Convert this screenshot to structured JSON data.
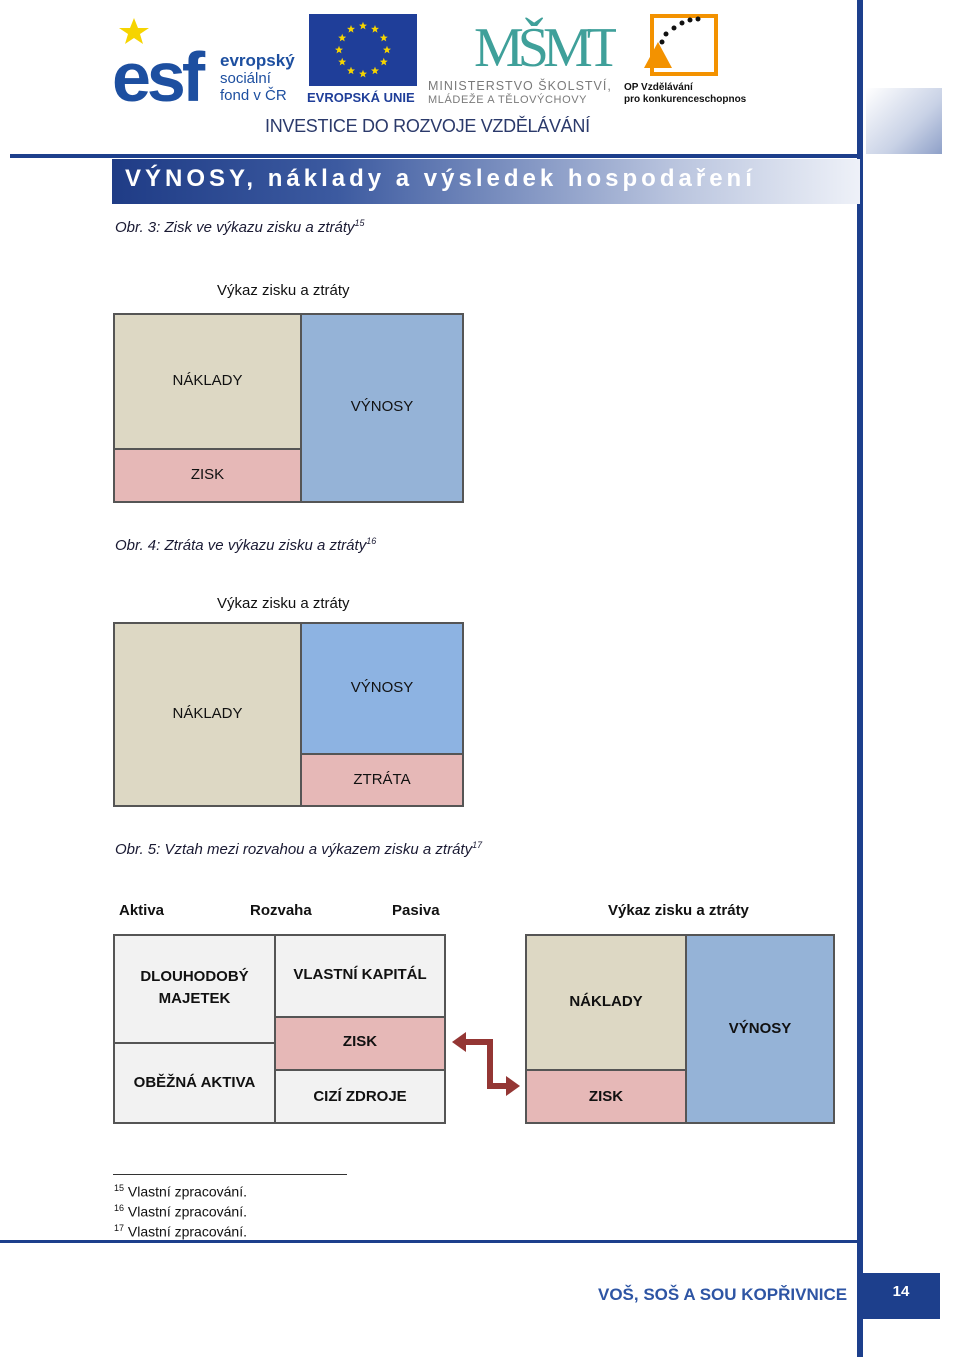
{
  "header": {
    "esf_logo": {
      "big": "esf",
      "line1": "evropský",
      "line2": "sociální",
      "line3": "fond v ČR"
    },
    "eu_logo": {
      "text": "EVROPSKÁ UNIE"
    },
    "msmt_logo": {
      "mark": "MŠMT",
      "line1": "MINISTERSTVO ŠKOLSTVÍ,",
      "line2": "MLÁDEŽE A TĚLOVÝCHOVY"
    },
    "op_logo": {
      "line1": "OP Vzdělávání",
      "line2": "pro konkurenceschopnost"
    },
    "investice": "INVESTICE DO ROZVOJE VZDĚLÁVÁNÍ",
    "section_title": "VÝNOSY, náklady a výsledek hospodaření"
  },
  "fig3": {
    "caption": "Obr. 3: Zisk ve výkazu zisku a ztráty",
    "note": "15",
    "title": "Výkaz zisku a ztráty",
    "naklady": "NÁKLADY",
    "vynosy": "VÝNOSY",
    "zisk": "ZISK"
  },
  "fig4": {
    "caption": "Obr. 4: Ztráta ve výkazu zisku a ztráty",
    "note": "16",
    "title": "Výkaz zisku a ztráty",
    "naklady": "NÁKLADY",
    "vynosy": "VÝNOSY",
    "ztrata": "ZTRÁTA"
  },
  "fig5": {
    "caption": "Obr. 5: Vztah mezi rozvahou a výkazem zisku a ztráty",
    "note": "17",
    "aktiva": "Aktiva",
    "rozvaha": "Rozvaha",
    "pasiva": "Pasiva",
    "vzz_title": "Výkaz zisku a ztráty",
    "dlouhodoby_1": "DLOUHODOBÝ",
    "dlouhodoby_2": "MAJETEK",
    "obezna": "OBĚŽNÁ AKTIVA",
    "vlastni": "VLASTNÍ KAPITÁL",
    "zisk_left": "ZISK",
    "cizi": "CIZÍ ZDROJE",
    "naklady": "NÁKLADY",
    "vynosy": "VÝNOSY",
    "zisk_right": "ZISK"
  },
  "footnotes": [
    {
      "num": "15",
      "text": "Vlastní zpracování."
    },
    {
      "num": "16",
      "text": "Vlastní zpracování."
    },
    {
      "num": "17",
      "text": "Vlastní zpracování."
    }
  ],
  "footer": {
    "school": "VOŠ, SOŠ A SOU KOPŘIVNICE",
    "page": "14"
  },
  "colors": {
    "brand_blue": "#1d3f8c",
    "naklady": "#ddd8c4",
    "vynosy": "#95b3d7",
    "zisk": "#e6b8b7",
    "arrow": "#943634"
  }
}
